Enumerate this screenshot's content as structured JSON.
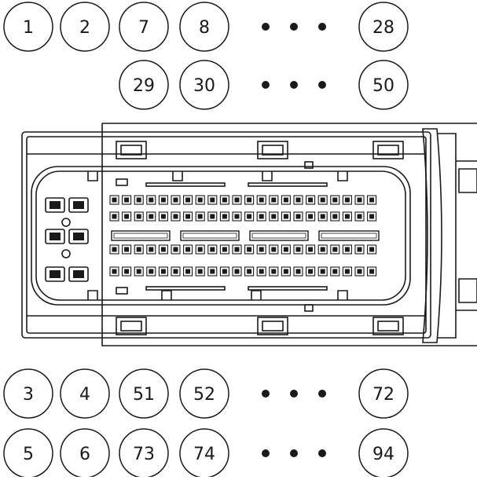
{
  "pin_labels": {
    "top_row1": [
      "1",
      "2",
      "7",
      "8",
      "28"
    ],
    "top_row2": [
      "29",
      "30",
      "50"
    ],
    "bottom_row1": [
      "3",
      "4",
      "51",
      "52",
      "72"
    ],
    "bottom_row2": [
      "5",
      "6",
      "73",
      "74",
      "94"
    ]
  },
  "colors": {
    "line": "#1a1a1a",
    "fill": "#ffffff",
    "pin": "#1a1a1a"
  }
}
